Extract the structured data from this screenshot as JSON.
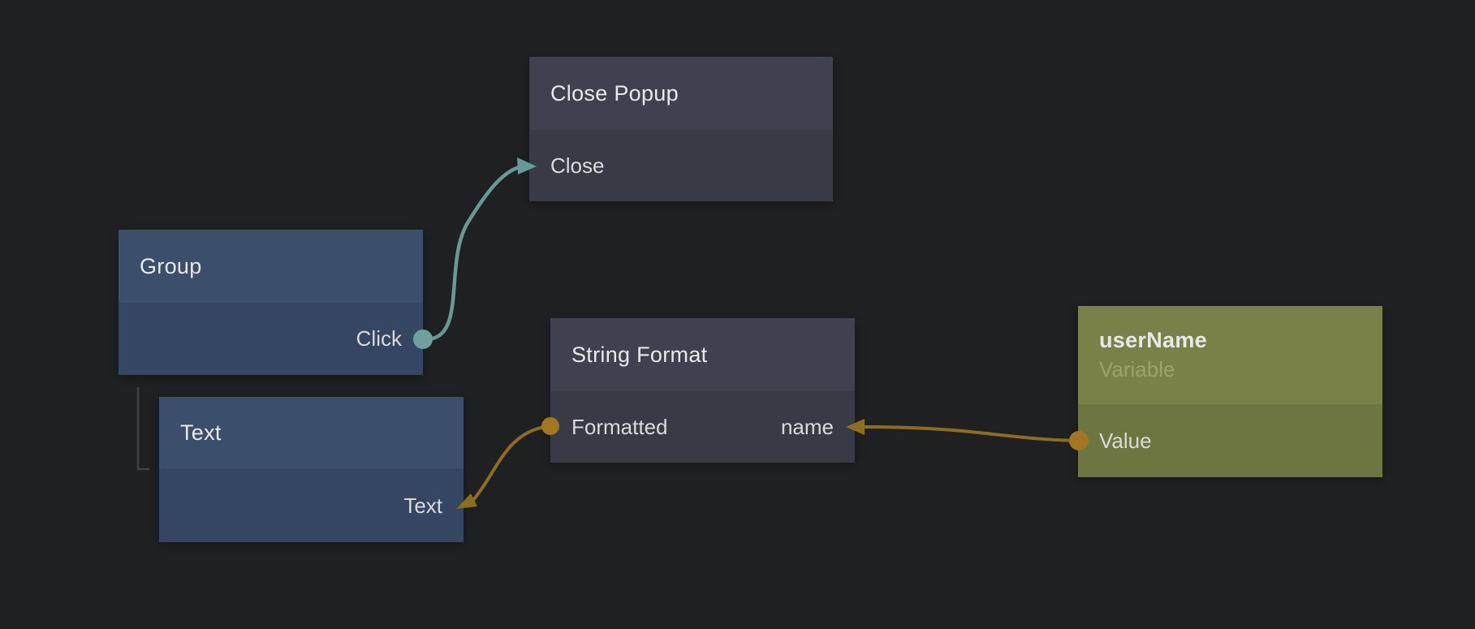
{
  "palette": {
    "canvas_bg": "#1f2021",
    "signal_wire": "#679a97",
    "signal_port": "#6fa09e",
    "data_wire": "#8d6e1e",
    "data_port": "#a1781f",
    "component_header": "#3b4e6a",
    "component_body": "#344662",
    "logic_header": "#3f424e",
    "logic_body": "#383b46",
    "variable_header": "#7a8148",
    "variable_body": "#6d7540",
    "hierarchy_line": "#414144"
  },
  "nodes": {
    "close_popup": {
      "title": "Close Popup",
      "ports": {
        "close": {
          "label": "Close"
        }
      }
    },
    "group": {
      "title": "Group",
      "ports": {
        "click": {
          "label": "Click"
        }
      }
    },
    "text": {
      "title": "Text",
      "ports": {
        "text": {
          "label": "Text"
        }
      }
    },
    "string_format": {
      "title": "String Format",
      "ports": {
        "formatted": {
          "label": "Formatted"
        },
        "name": {
          "label": "name"
        }
      }
    },
    "user_name": {
      "title": "userName",
      "subtitle": "Variable",
      "ports": {
        "value": {
          "label": "Value"
        }
      }
    }
  },
  "connections": [
    {
      "from": "Group.Click",
      "to": "Close Popup.Close",
      "kind": "signal"
    },
    {
      "from": "String Format.Formatted",
      "to": "Text.Text",
      "kind": "data"
    },
    {
      "from": "userName.Value",
      "to": "String Format.name",
      "kind": "data"
    }
  ]
}
